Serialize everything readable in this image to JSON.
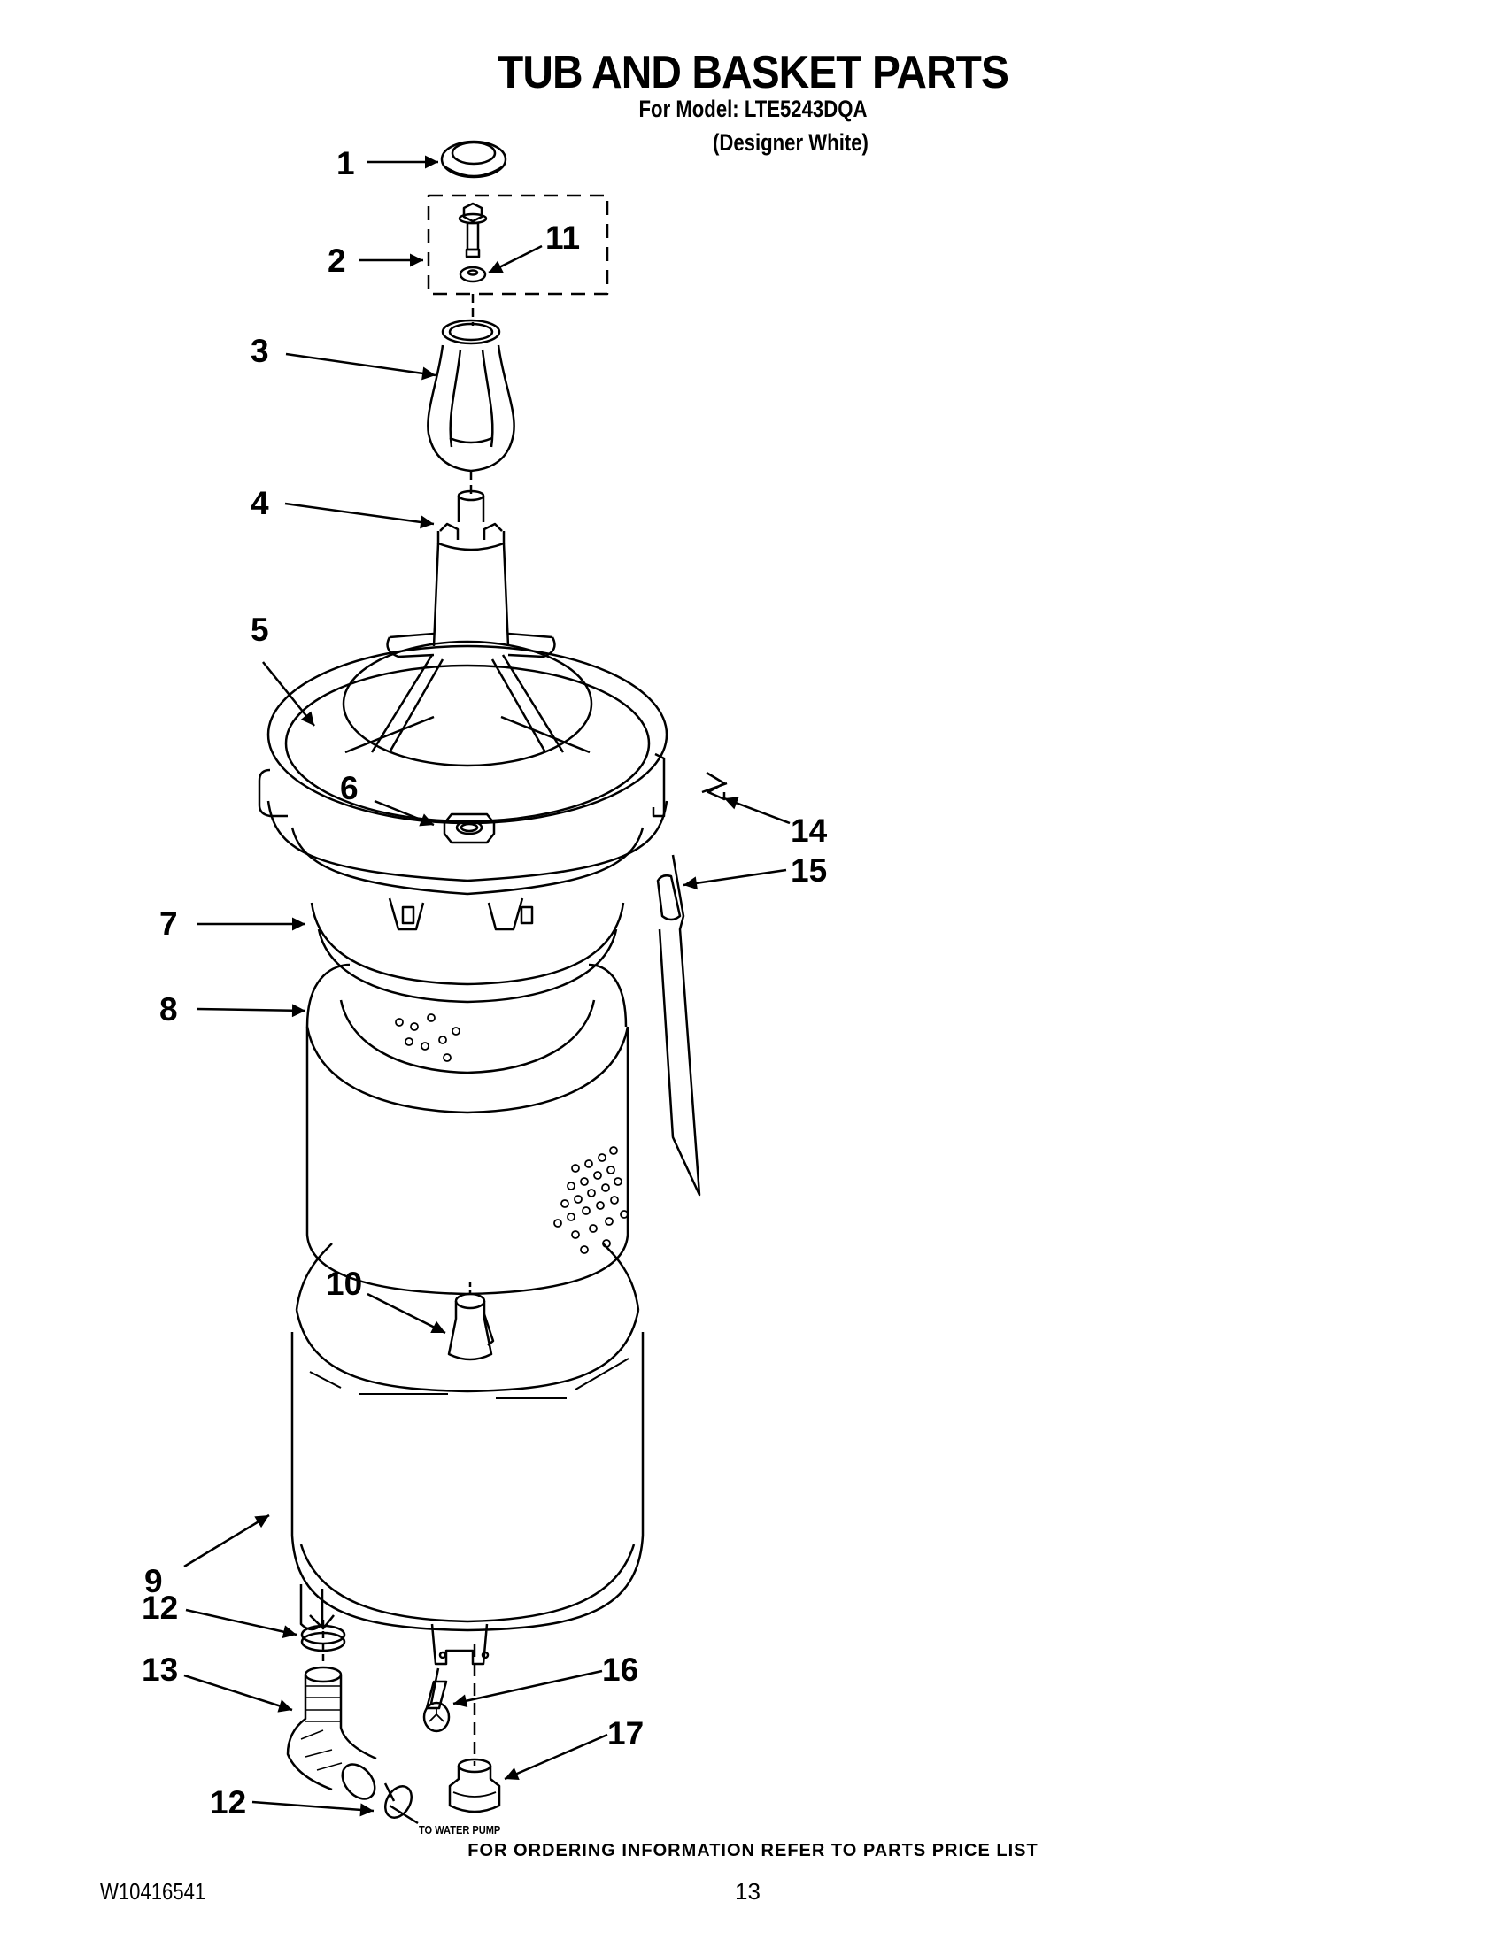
{
  "header": {
    "title": "TUB AND BASKET PARTS",
    "model_line": "For Model: LTE5243DQA",
    "color_note": "(Designer White)"
  },
  "callouts": [
    {
      "number": "1",
      "part": "cap"
    },
    {
      "number": "2",
      "part": "bolt assembly (dashed box)"
    },
    {
      "number": "3",
      "part": "agitator cam"
    },
    {
      "number": "4",
      "part": "agitator"
    },
    {
      "number": "5",
      "part": "tub ring"
    },
    {
      "number": "6",
      "part": "nut"
    },
    {
      "number": "7",
      "part": "balance ring"
    },
    {
      "number": "8",
      "part": "basket"
    },
    {
      "number": "9",
      "part": "outer tub"
    },
    {
      "number": "10",
      "part": "drive hub"
    },
    {
      "number": "11",
      "part": "washer"
    },
    {
      "number": "12",
      "part": "hose clamp (upper)"
    },
    {
      "number": "12",
      "part": "hose clamp (lower)"
    },
    {
      "number": "13",
      "part": "drain hose"
    },
    {
      "number": "14",
      "part": "clip"
    },
    {
      "number": "15",
      "part": "baffle strip"
    },
    {
      "number": "16",
      "part": "screw"
    },
    {
      "number": "17",
      "part": "plug"
    }
  ],
  "annotations": {
    "to_water_pump": "TO WATER PUMP"
  },
  "footer": {
    "ordering_note": "FOR ORDERING INFORMATION REFER TO PARTS PRICE LIST",
    "doc_number": "W10416541",
    "page_number": "13"
  }
}
